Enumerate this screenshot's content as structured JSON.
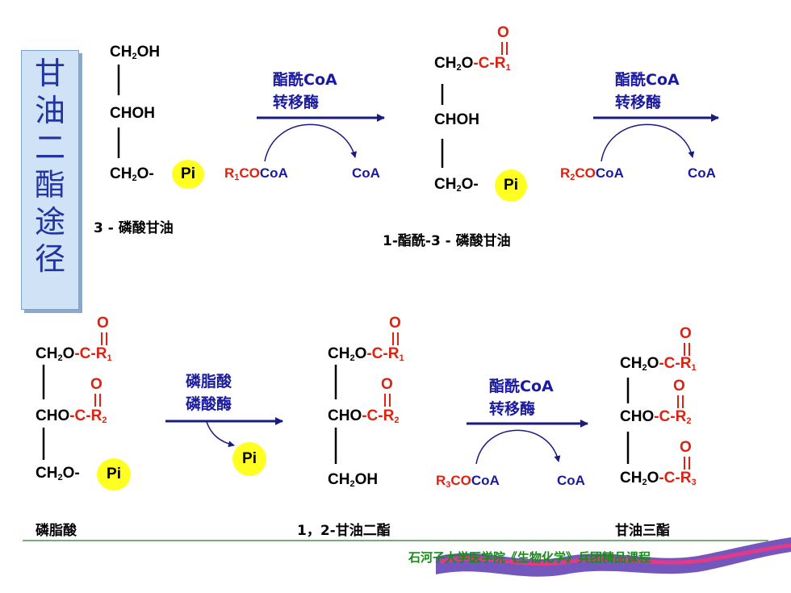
{
  "title": "甘油二酯途径",
  "mol1": {
    "r1": "CH",
    "r1s": "2",
    "r1e": "OH",
    "r2": "CHOH",
    "r3": "CH",
    "r3s": "2",
    "r3e": "O-",
    "pi": "Pi",
    "name": "3 - 磷酸甘油"
  },
  "arrow1": {
    "line1": "酯酰CoA",
    "line2": "转移酶",
    "sub_r": "R",
    "sub_n": "1",
    "sub_co": "CO",
    "sub_coa": "CoA",
    "prod": "CoA"
  },
  "mol2": {
    "o": "O",
    "r1": "CH",
    "r1s": "2",
    "r1e": "O",
    "acyl": "-C-R",
    "acyl_n": "1",
    "r2": "CHOH",
    "r3": "CH",
    "r3s": "2",
    "r3e": "O-",
    "pi": "Pi",
    "name": "1-酯酰-3 - 磷酸甘油"
  },
  "arrow2": {
    "line1": "酯酰CoA",
    "line2": "转移酶",
    "sub_r": "R",
    "sub_n": "2",
    "sub_co": "CO",
    "sub_coa": "CoA",
    "prod": "CoA"
  },
  "mol3": {
    "o1": "O",
    "r1": "CH",
    "r1s": "2",
    "r1e": "O",
    "acyl1": "-C-R",
    "n1": "1",
    "o2": "O",
    "r2": "CHO",
    "acyl2": "-C-R",
    "n2": "2",
    "r3": "CH",
    "r3s": "2",
    "r3e": "O-",
    "pi": "Pi",
    "name": "磷脂酸"
  },
  "arrow3": {
    "line1": "磷脂酸",
    "line2": "磷酸酶",
    "prod": "Pi"
  },
  "mol4": {
    "o1": "O",
    "r1": "CH",
    "r1s": "2",
    "r1e": "O",
    "acyl1": "-C-R",
    "n1": "1",
    "o2": "O",
    "r2": "CHO",
    "acyl2": "-C-R",
    "n2": "2",
    "r3": "CH",
    "r3s": "2",
    "r3e": "OH",
    "name": "1，2-甘油二酯"
  },
  "arrow4": {
    "line1": "酯酰CoA",
    "line2": "转移酶",
    "sub_r": "R",
    "sub_n": "3",
    "sub_co": "CO",
    "sub_coa": "CoA",
    "prod": "CoA"
  },
  "mol5": {
    "o1": "O",
    "r1": "CH",
    "r1s": "2",
    "r1e": "O",
    "acyl1": "-C-R",
    "n1": "1",
    "o2": "O",
    "r2": "CHO",
    "acyl2": "-C-R",
    "n2": "2",
    "o3": "O",
    "r3": "CH",
    "r3s": "2",
    "r3e": "O",
    "acyl3": "-C-R",
    "n3": "3",
    "name": "甘油三酯"
  },
  "footer": "石河子大学医学院《生物化学》兵团精品课程",
  "colors": {
    "accent_red": "#e02010",
    "accent_blue": "#1a1aa0",
    "title_blue": "#2234a0",
    "highlight": "#ffff22",
    "footer_green": "#1a8a1a"
  }
}
